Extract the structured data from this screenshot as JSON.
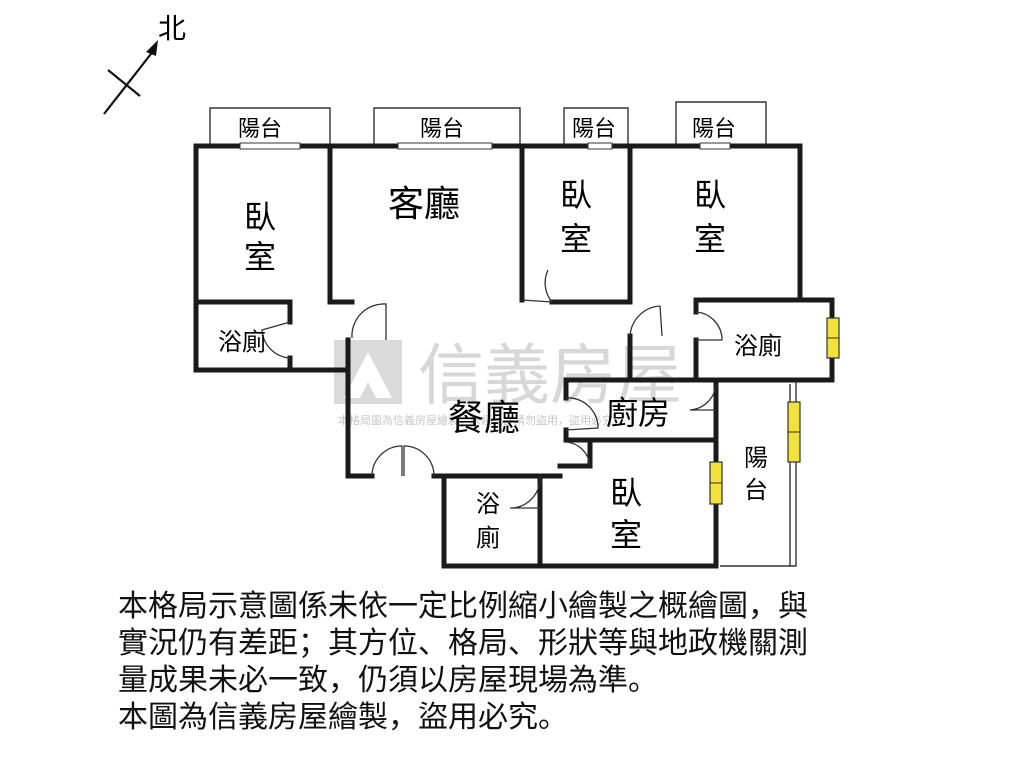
{
  "compass": {
    "north_label": "北"
  },
  "rooms": {
    "balcony_1": "陽台",
    "balcony_2": "陽台",
    "balcony_3": "陽台",
    "balcony_4": "陽台",
    "balcony_east": [
      "陽",
      "台"
    ],
    "bedroom_west": [
      "臥",
      "室"
    ],
    "living_room": "客廳",
    "bedroom_center": [
      "臥",
      "室"
    ],
    "bedroom_east": [
      "臥",
      "室"
    ],
    "bath_west": "浴廁",
    "bath_east": "浴廁",
    "kitchen": "廚房",
    "dining_room": "餐廳",
    "bath_south": [
      "浴",
      "廁"
    ],
    "bedroom_south": [
      "臥",
      "室"
    ]
  },
  "watermark": {
    "brand": "信義房屋",
    "small": "本格局圖為信義房屋繪製，未經允許請勿盜用，盜用必究"
  },
  "disclaimer": [
    "本格局示意圖係未依一定比例縮小繪製之概繪圖，與",
    "實況仍有差距；其方位、格局、形狀等與地政機關測",
    "量成果未必一致，仍須以房屋現場為準。",
    "本圖為信義房屋繪製，盜用必究。"
  ],
  "colors": {
    "window": "#f2e23a",
    "wall": "#1a1a1a",
    "watermark": "#c8c8c8"
  }
}
